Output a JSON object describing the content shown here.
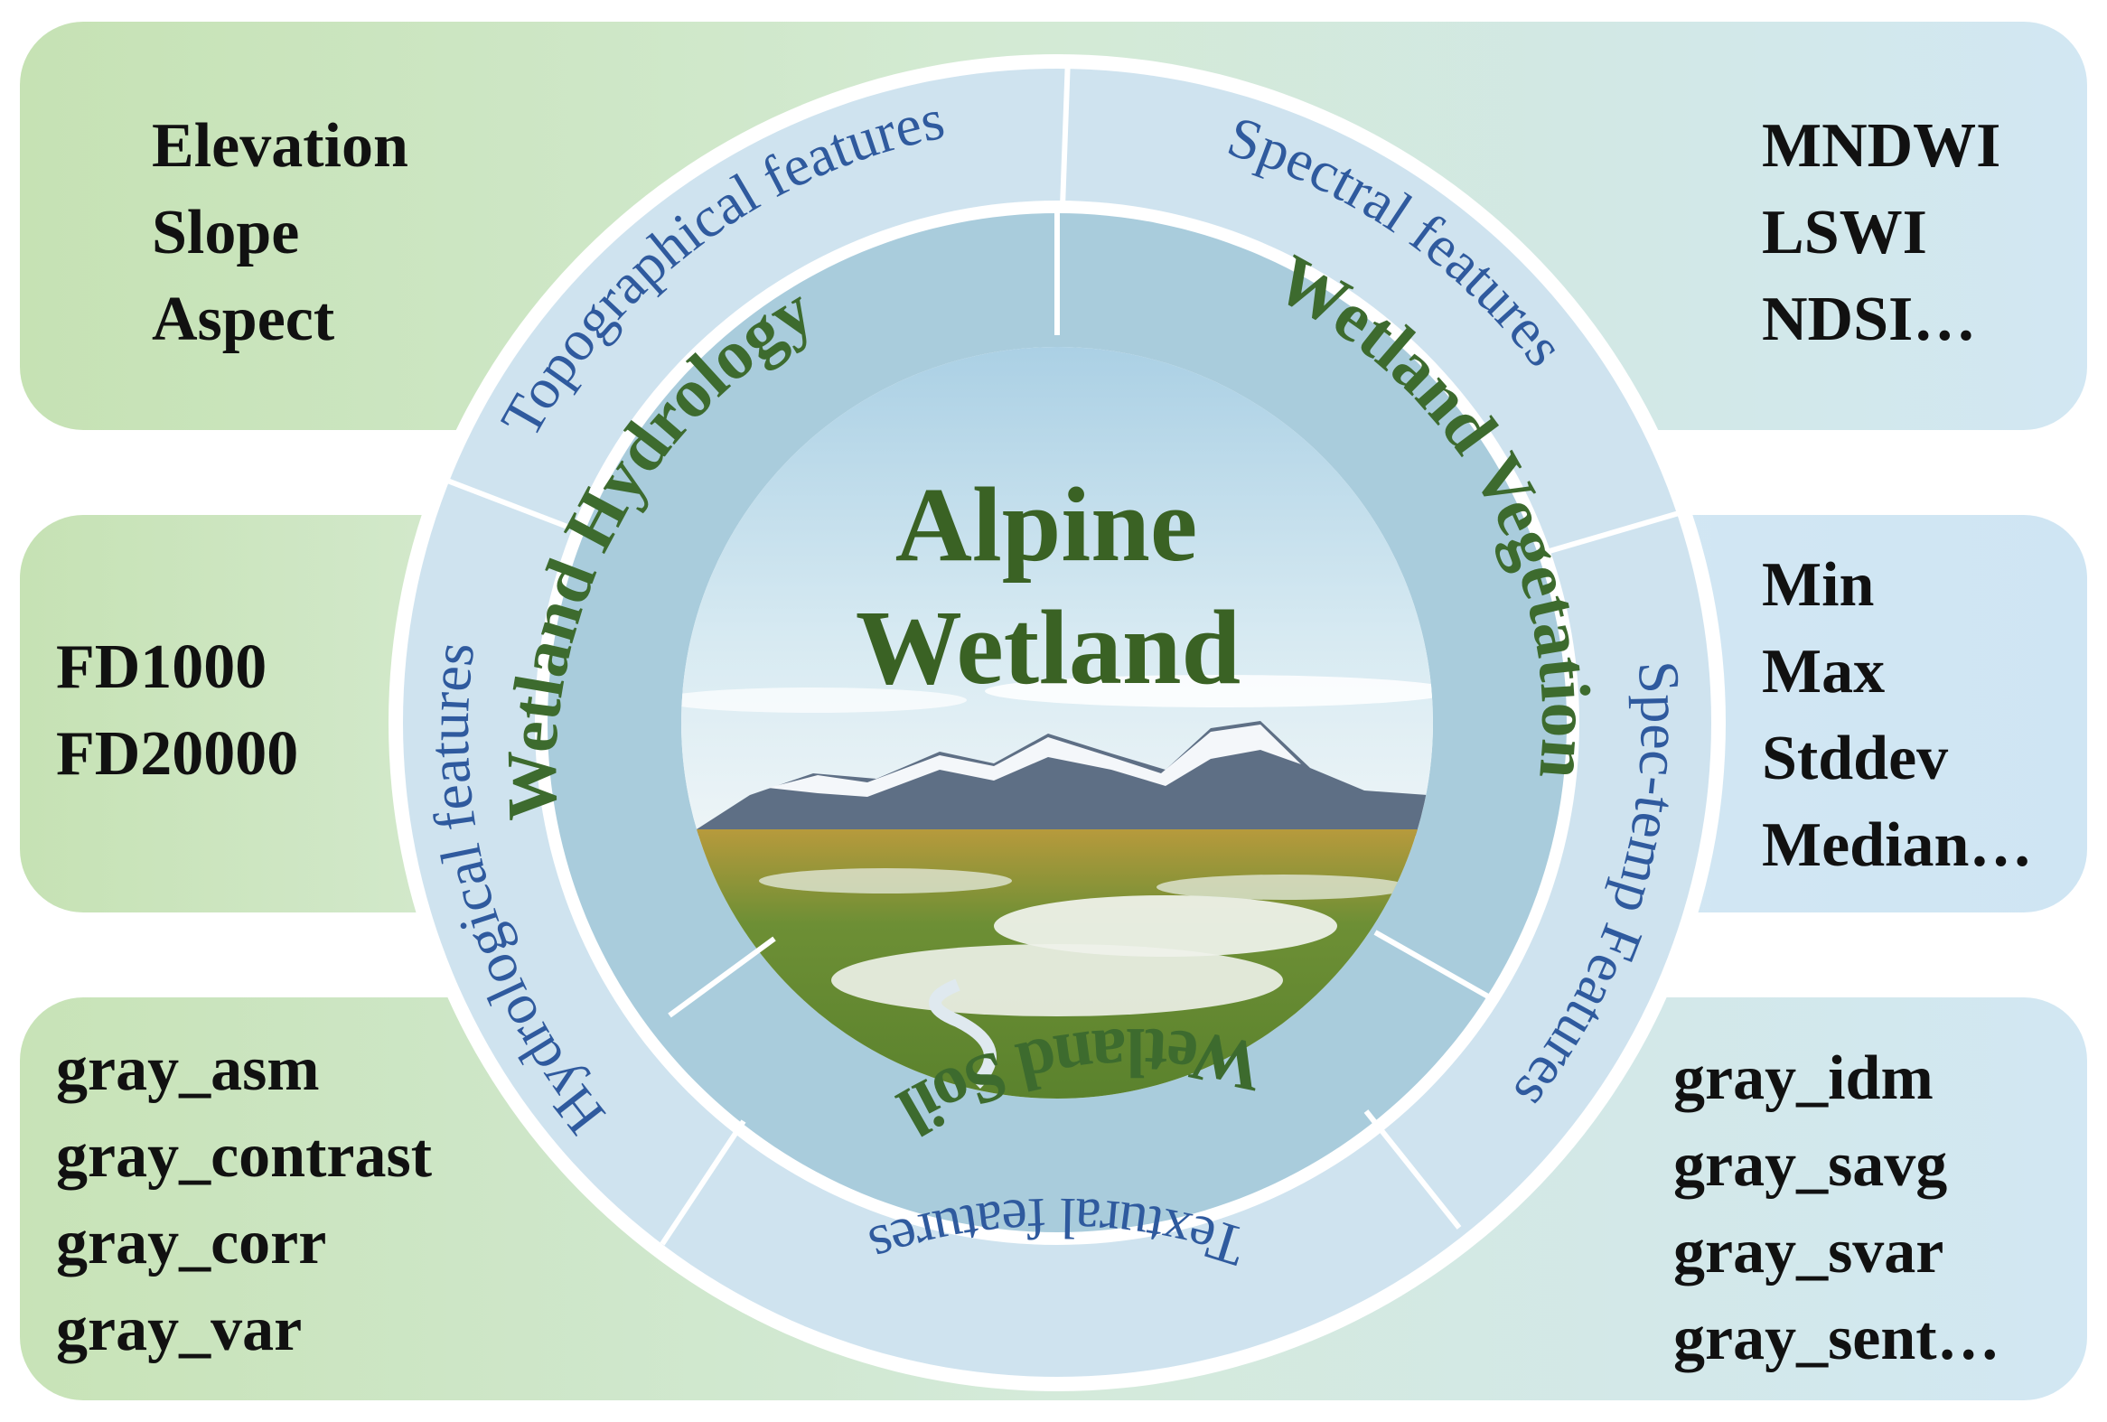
{
  "center": {
    "line1": "Alpine",
    "line2": "Wetland"
  },
  "inner_ring": {
    "hydrology": "Wetland Hydrology",
    "vegetation": "Wetland Vegetation",
    "soil": "Wetland Soil"
  },
  "outer_ring": {
    "topographical": "Topographical features",
    "spectral": "Spectral features",
    "spectemp": "Spec-temp Features",
    "textural": "Textural features",
    "hydrological": "Hydrological features"
  },
  "lists": {
    "topographical": [
      "Elevation",
      "Slope",
      "Aspect"
    ],
    "spectral": [
      "MNDWI",
      "LSWI",
      "NDSI…"
    ],
    "hydrological": [
      "FD1000",
      "FD20000"
    ],
    "spectemp": [
      "Min",
      "Max",
      "Stddev",
      "Median…"
    ],
    "textural_left": [
      "gray_asm",
      "gray_contrast",
      "gray_corr",
      "gray_var"
    ],
    "textural_right": [
      "gray_idm",
      "gray_savg",
      "gray_svar",
      "gray_sent…"
    ]
  },
  "colors": {
    "green_panel": "#cfe6c3",
    "blue_panel": "#d3e8f3",
    "outer_ring": "#cfe3ef",
    "inner_ring": "#a9ccdc",
    "outer_text": "#2f5a9e",
    "inner_text": "#3d6b2e",
    "center_text": "#3a6224"
  }
}
